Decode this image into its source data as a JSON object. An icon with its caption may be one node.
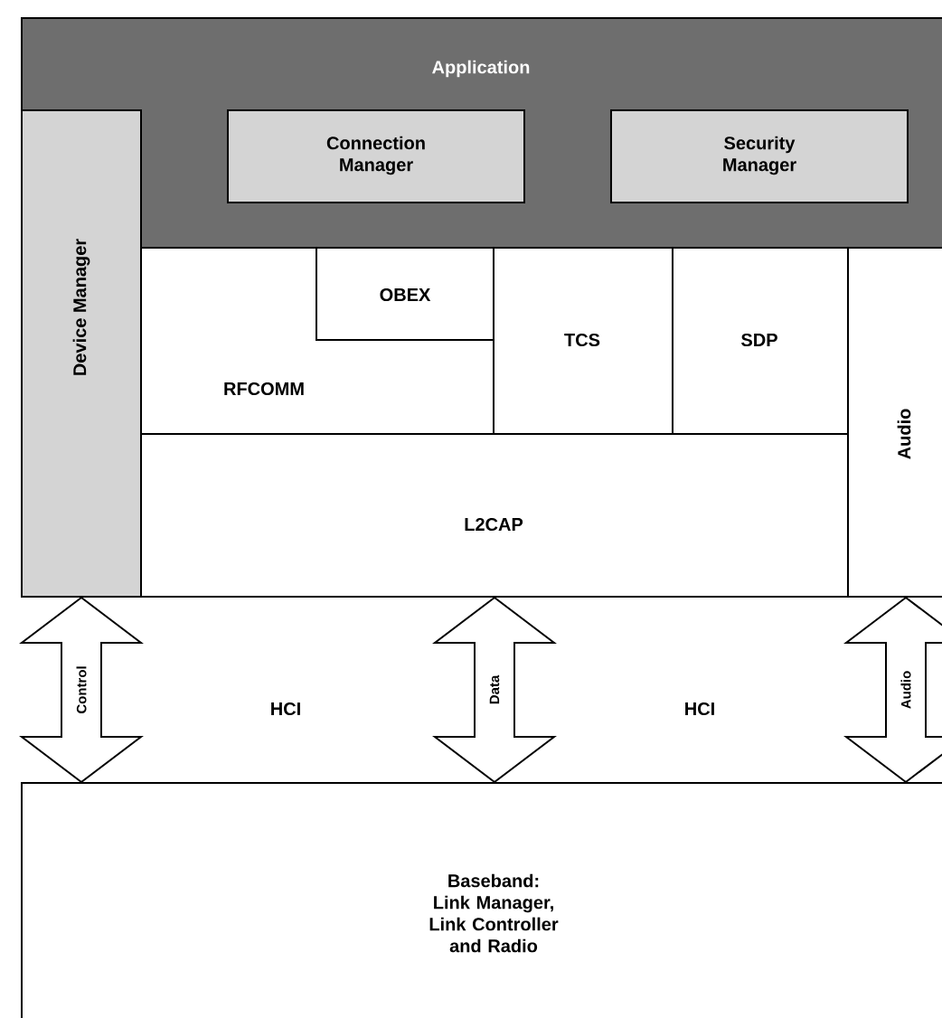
{
  "diagram": {
    "nodes": [
      {
        "text": [
          "Application"
        ]
      },
      {
        "text": [
          "Connection Manager"
        ],
        "in": 0
      },
      {
        "text": [
          "Security Manager"
        ],
        "in": 0
      },
      {
        "text": [
          "Device Manager"
        ]
      },
      {
        "text": [
          "RFCOMM"
        ]
      },
      {
        "text": [
          "OBEX"
        ]
      },
      {
        "text": [
          "TCS"
        ]
      },
      {
        "text": [
          "SDP"
        ]
      },
      {
        "text": [
          "Audio"
        ]
      },
      {
        "text": [
          "L2CAP"
        ]
      },
      {
        "text": [
          "Baseband: Link Manager, Link Controller and Radio"
        ]
      }
    ],
    "edges": [
      {
        "from": 3,
        "to": 10,
        "arrow": "both",
        "label": "Control"
      },
      {
        "from": 9,
        "to": 10,
        "arrow": "both",
        "label": "Data"
      },
      {
        "from": 8,
        "to": 10,
        "arrow": "both",
        "label": "Audio"
      }
    ],
    "labels": [
      "HCI",
      "HCI"
    ]
  }
}
